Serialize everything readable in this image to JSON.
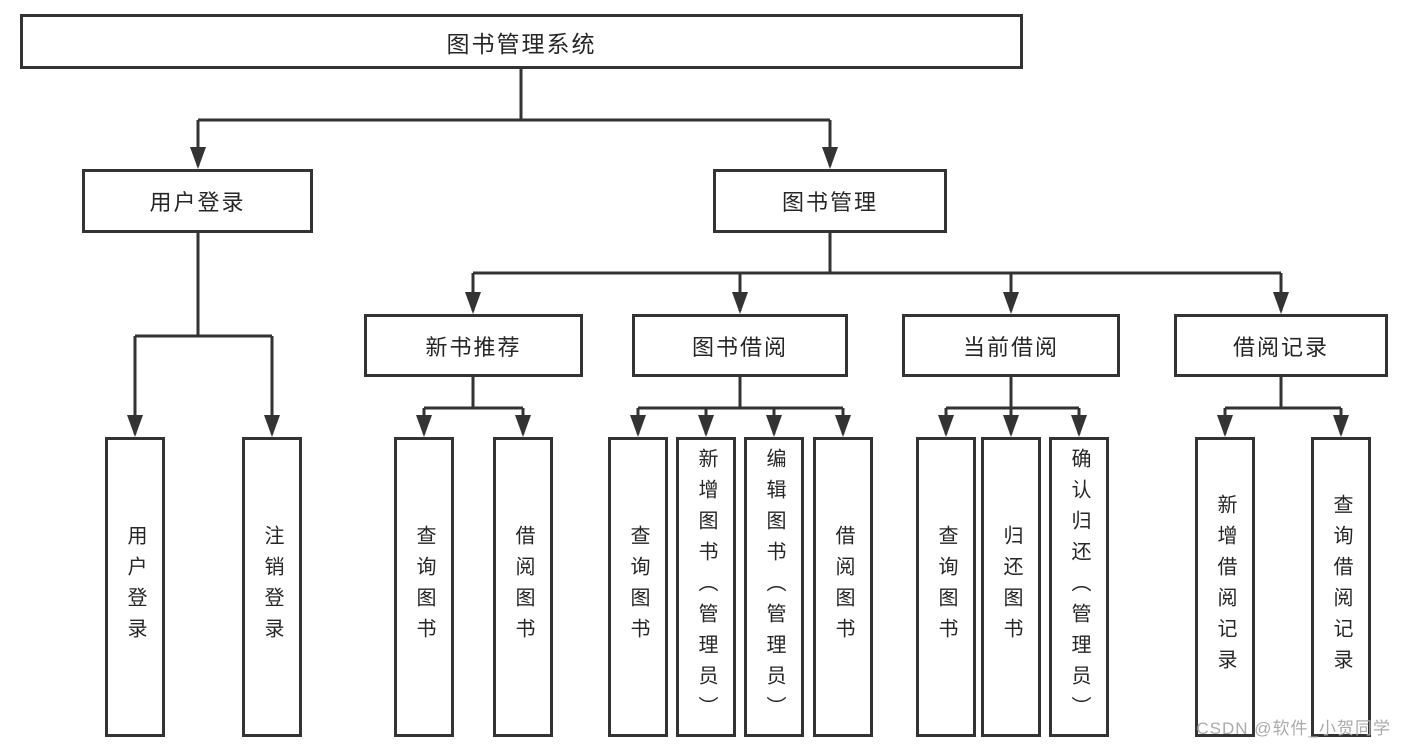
{
  "diagram": {
    "tree": {
      "label": "图书管理系统",
      "children": [
        {
          "label": "用户登录",
          "children": [
            {
              "label": "用户登录"
            },
            {
              "label": "注销登录"
            }
          ]
        },
        {
          "label": "图书管理",
          "children": [
            {
              "label": "新书推荐",
              "children": [
                {
                  "label": "查询图书"
                },
                {
                  "label": "借阅图书"
                }
              ]
            },
            {
              "label": "图书借阅",
              "children": [
                {
                  "label": "查询图书"
                },
                {
                  "label": "新增图书（管理员）"
                },
                {
                  "label": "编辑图书（管理员）"
                },
                {
                  "label": "借阅图书"
                }
              ]
            },
            {
              "label": "当前借阅",
              "children": [
                {
                  "label": "查询图书"
                },
                {
                  "label": "归还图书"
                },
                {
                  "label": "确认归还（管理员）"
                }
              ]
            },
            {
              "label": "借阅记录",
              "children": [
                {
                  "label": "新增借阅记录"
                },
                {
                  "label": "查询借阅记录"
                }
              ]
            }
          ]
        }
      ]
    },
    "line_color": "#333333",
    "text_color": "#262626"
  },
  "watermark": {
    "text": "CSDN @软件_小贺同学",
    "color": "#ababab"
  }
}
